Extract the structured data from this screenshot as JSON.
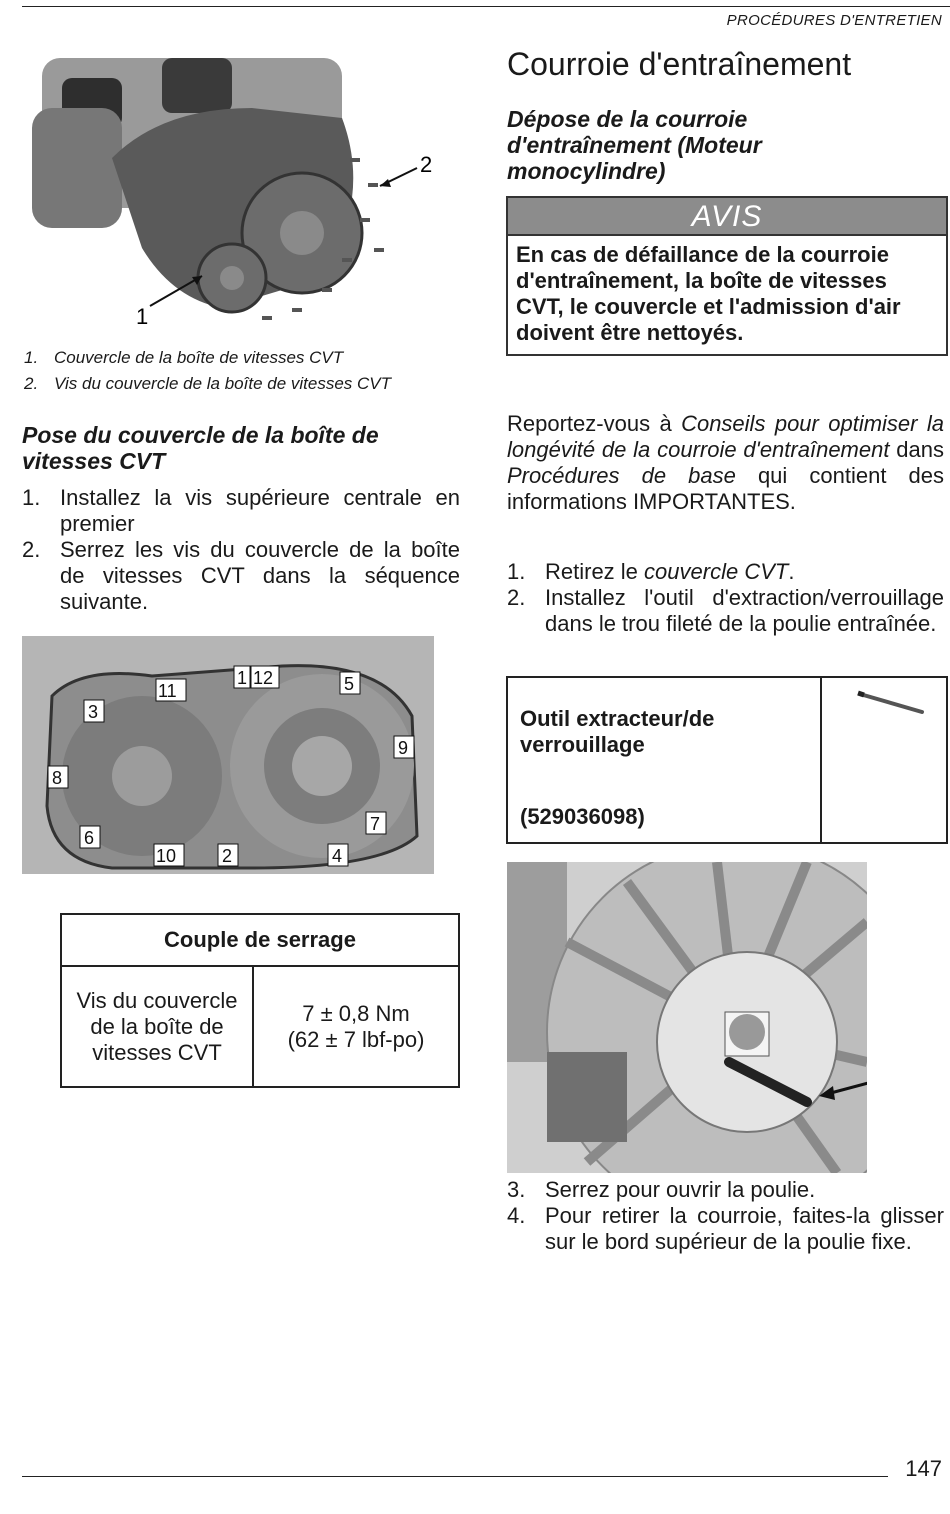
{
  "header": {
    "section": "PROCÉDURES D'ENTRETIEN"
  },
  "footer": {
    "page_number": "147"
  },
  "left": {
    "figure1": {
      "callouts": [
        "1",
        "2"
      ]
    },
    "caption": [
      {
        "num": "1.",
        "text": "Couvercle de la boîte de vitesses CVT"
      },
      {
        "num": "2.",
        "text": "Vis du couvercle de la boîte de vitesses CVT"
      }
    ],
    "subheading": "Pose du couvercle de la boîte de vitesses CVT",
    "steps": [
      {
        "num": "1.",
        "text": "Installez la vis supérieure centrale en premier"
      },
      {
        "num": "2.",
        "text": "Serrez les vis du couvercle de la boîte de vitesses CVT dans la séquence suivante."
      }
    ],
    "figure2": {
      "sequence_labels": [
        "1",
        "2",
        "3",
        "4",
        "5",
        "6",
        "7",
        "8",
        "9",
        "10",
        "11",
        "12"
      ]
    },
    "torque_table": {
      "header": "Couple de serrage",
      "item": "Vis du couvercle de la boîte de vitesses CVT",
      "value_line1": "7 ± 0,8 Nm",
      "value_line2": "(62 ± 7 lbf-po)"
    }
  },
  "right": {
    "title": "Courroie d'entraînement",
    "subheading": "Dépose de la courroie d'entraînement (Moteur monocylindre)",
    "notice": {
      "label": "AVIS",
      "text": "En cas de défaillance de la courroie d'entraînement, la boîte de vitesses CVT, le couvercle et l'admission d'air doivent être nettoyés."
    },
    "reference": {
      "prefix": "Reportez-vous à ",
      "link1": "Conseils pour optimiser la longévité de la courroie d'entraînement",
      "middle": " dans ",
      "link2": "Procédures de base",
      "suffix": " qui contient des informations IMPORTANTES."
    },
    "steps_a": [
      {
        "num": "1.",
        "pre": "Retirez le ",
        "em": "couvercle CVT",
        "post": "."
      },
      {
        "num": "2.",
        "pre": "Installez l'outil d'extraction/verrouillage dans le trou fileté de la poulie entraînée.",
        "em": "",
        "post": ""
      }
    ],
    "tool": {
      "name": "Outil extracteur/de verrouillage",
      "part_number": "(529036098)"
    },
    "steps_b": [
      {
        "num": "3.",
        "text": "Serrez pour ouvrir la poulie."
      },
      {
        "num": "4.",
        "text": "Pour retirer la courroie, faites-la glisser sur le bord supérieur de la poulie fixe."
      }
    ]
  }
}
